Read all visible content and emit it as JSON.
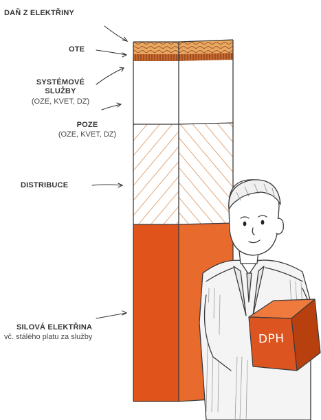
{
  "labels": {
    "dan": "DAŇ Z ELEKTŘINY",
    "ote": "OTE",
    "systemove_line1": "SYSTÉMOVÉ",
    "systemove_line2": "SLUŽBY",
    "systemove_sub": "(OZE, KVET, DZ)",
    "poze": "POZE",
    "poze_sub": "(OZE, KVET, DZ)",
    "distribuce": "DISTRIBUCE",
    "silova": "SILOVÁ ELEKTŘINA",
    "silova_sub": "vč. stálého platu za služby",
    "dph": "DPH"
  },
  "colors": {
    "silova": "#e0541c",
    "silova_dark": "#c44312",
    "hatch": "#d9905a",
    "tax_band": "#e7a861",
    "ote_band": "#c8682e",
    "outline": "#3a3a3a"
  }
}
